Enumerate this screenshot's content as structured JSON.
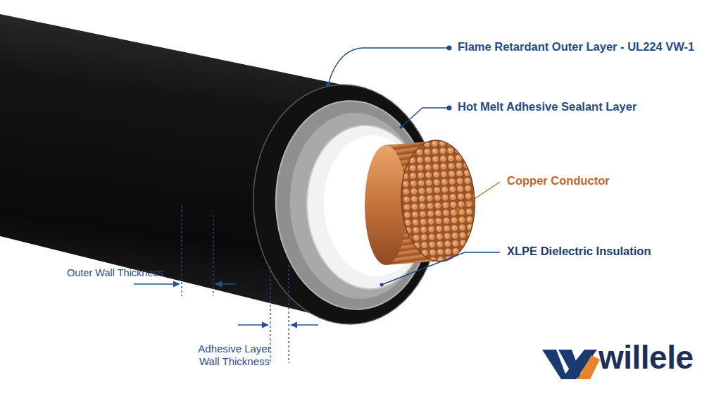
{
  "diagram": {
    "labels": [
      "Flame Retardant Outer Layer - UL224 VW-1",
      "Hot Melt Adhesive Sealant Layer",
      "Copper Conductor",
      "XLPE Dielectric Insulation",
      "Outer Wall Thickness",
      "Adhesive Layer Wall Thickness",
      "willele"
    ]
  }
}
